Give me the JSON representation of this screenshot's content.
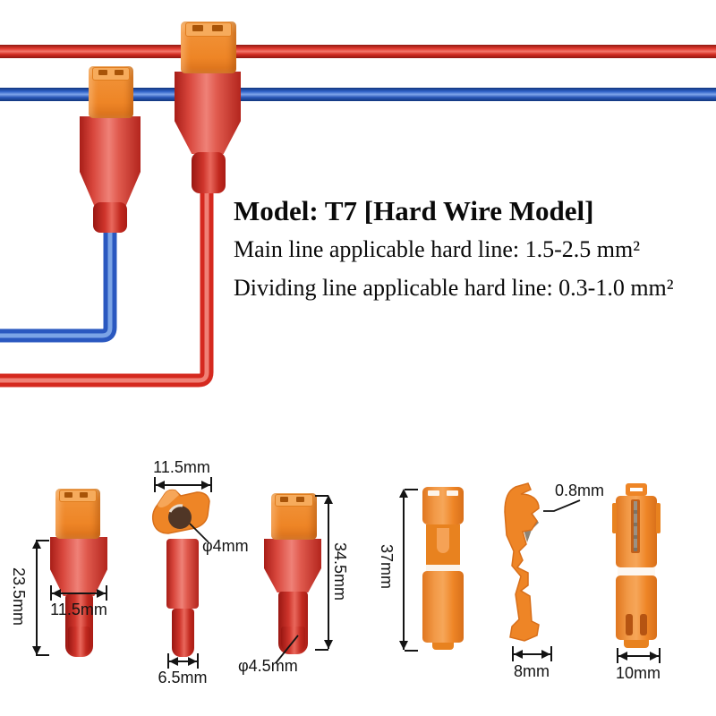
{
  "header": {
    "title": "Model: T7 [Hard Wire Model]",
    "spec_main": "Main line applicable hard line: 1.5-2.5 mm²",
    "spec_dividing": "Dividing line applicable hard line: 0.3-1.0 mm²"
  },
  "dimensions": {
    "front_height": "23.5mm",
    "front_width": "11.5mm",
    "side_top_width": "11.5mm",
    "side_hole_dia": "φ4mm",
    "side_bottom_width": "6.5mm",
    "male_height": "34.5mm",
    "male_tip_dia": "φ4.5mm",
    "tap_height": "37mm",
    "blade_thickness": "0.8mm",
    "tap_side_width": "8mm",
    "tap_back_width": "10mm"
  },
  "colors": {
    "wire_red": "#d5291f",
    "wire_blue": "#2a58c0",
    "connector_orange": "#ee8526",
    "connector_red_body": "#d8463c",
    "metal_gray": "#8d8374",
    "annotation_text": "#141414"
  }
}
